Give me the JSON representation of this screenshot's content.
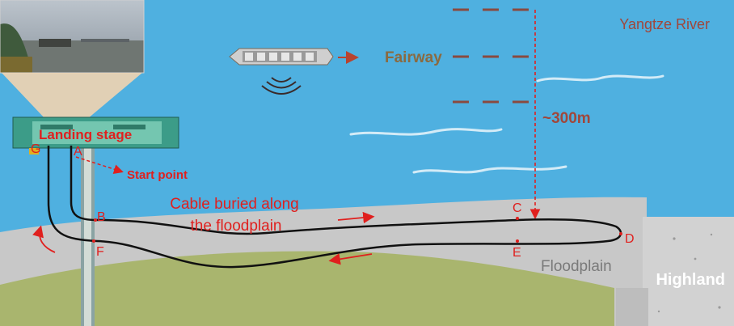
{
  "labels": {
    "river": "Yangtze River",
    "fairway": "Fairway",
    "distance": "~300m",
    "landing_stage": "Landing stage",
    "start_point": "Start point",
    "cable_line1": "Cable buried along",
    "cable_line2": "the floodplain",
    "floodplain": "Floodplain",
    "highland": "Highland"
  },
  "points": {
    "a": "A",
    "b": "B",
    "c": "C",
    "d": "D",
    "e": "E",
    "f": "F",
    "g": "G"
  },
  "colors": {
    "river": "#4fb0e0",
    "floodplain": "#c8c8c8",
    "grass": "#a9b56e",
    "highland": "#d0d0d0",
    "cable": "#111111",
    "annotation_red": "#e0201e",
    "fairway_dash": "#8a4a3f",
    "river_label": "#a0473b",
    "fairway_label": "#8a6a40"
  },
  "icons": {
    "ship": "ship-icon",
    "sonar": "sonar-waves-icon",
    "camera_photo": "river-photo-inset"
  }
}
